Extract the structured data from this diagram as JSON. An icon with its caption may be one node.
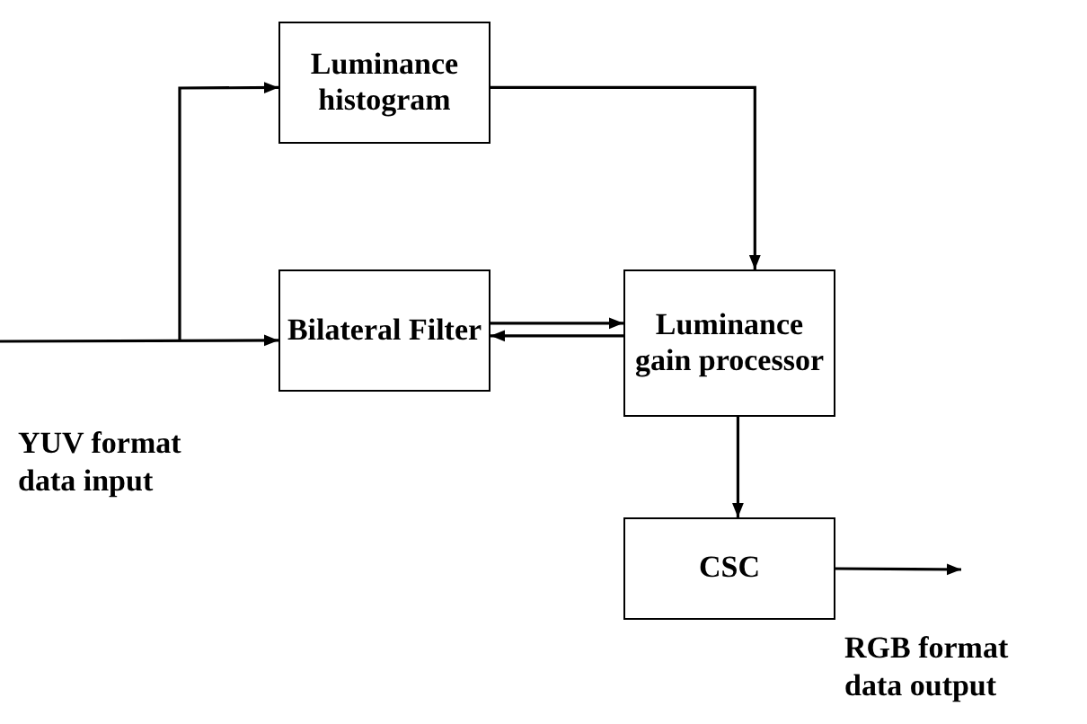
{
  "diagram": {
    "nodes": [
      {
        "text": [
          "Luminance histogram"
        ]
      },
      {
        "text": [
          "Bilateral Filter"
        ]
      },
      {
        "text": [
          "Luminance gain processor"
        ]
      },
      {
        "text": [
          "CSC"
        ]
      }
    ],
    "edges": [
      {
        "from": null,
        "to": 1,
        "arrow": "to"
      },
      {
        "from": null,
        "to": 0,
        "arrow": "to"
      },
      {
        "from": 0,
        "to": 2,
        "arrow": "to"
      },
      {
        "from": 1,
        "to": 2,
        "arrow": "to"
      },
      {
        "from": 2,
        "to": 1,
        "arrow": "to"
      },
      {
        "from": 2,
        "to": 3,
        "arrow": "to"
      },
      {
        "from": 3,
        "to": null,
        "arrow": "to"
      }
    ],
    "labels": [
      "YUV format data input",
      "RGB format data output"
    ]
  }
}
